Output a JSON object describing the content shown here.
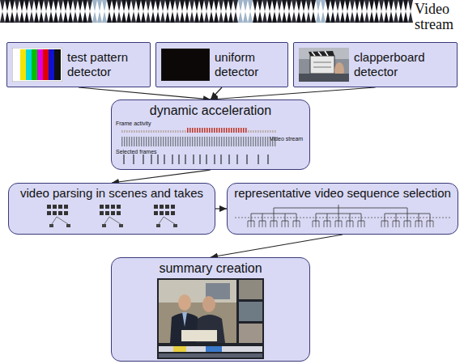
{
  "diagram": {
    "nodes": [
      {
        "text": [
          "test pattern detector"
        ]
      },
      {
        "text": [
          "uniform detector"
        ]
      },
      {
        "text": [
          "clapperboard detector"
        ]
      },
      {
        "text": [
          "dynamic acceleration"
        ]
      },
      {
        "text": [
          "video parsing in scenes and takes"
        ]
      },
      {
        "text": [
          "representative video sequence selection"
        ]
      },
      {
        "text": [
          "summary creation"
        ]
      }
    ],
    "edges": [
      {
        "from": 0,
        "to": 3,
        "arrow": "to"
      },
      {
        "from": 1,
        "to": 3,
        "arrow": "to"
      },
      {
        "from": 2,
        "to": 3,
        "arrow": "to"
      },
      {
        "from": 3,
        "to": 4,
        "arrow": "to"
      },
      {
        "from": 4,
        "to": 5,
        "arrow": "to"
      },
      {
        "from": 5,
        "to": 6,
        "arrow": "to"
      }
    ],
    "labels": [
      "Video stream",
      "Frame activity",
      "Video stream",
      "Selected frames"
    ]
  }
}
